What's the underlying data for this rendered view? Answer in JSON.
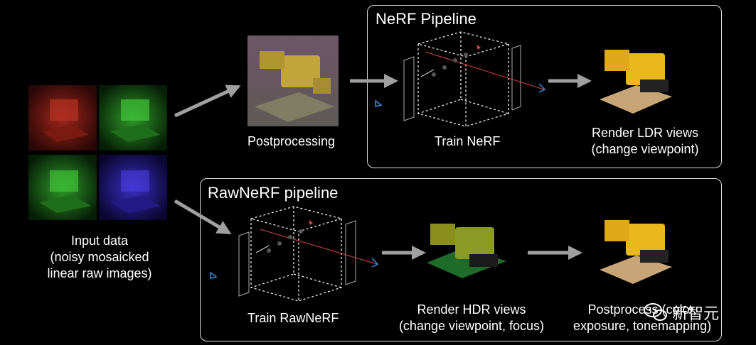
{
  "nerf": {
    "title": "NeRF Pipeline",
    "train_label": "Train NeRF",
    "render_label_1": "Render LDR views",
    "render_label_2": "(change viewpoint)"
  },
  "rawnerf": {
    "title": "RawNeRF pipeline",
    "train_label": "Train RawNeRF",
    "render_label_1": "Render HDR views",
    "render_label_2": "(change viewpoint, focus)",
    "post_label_1": "Postprocess (color,",
    "post_label_2": "exposure, tonemapping)"
  },
  "input": {
    "label_1": "Input data",
    "label_2": "(noisy mosaicked",
    "label_3": "linear raw images)"
  },
  "postprocessing_label": "Postprocessing",
  "watermark": "新智元",
  "colors": {
    "red": "#d23a2a",
    "green": "#3ecb3a",
    "blue": "#3a32d8",
    "arrow": "#a0a0a0",
    "border": "#dddddd"
  }
}
